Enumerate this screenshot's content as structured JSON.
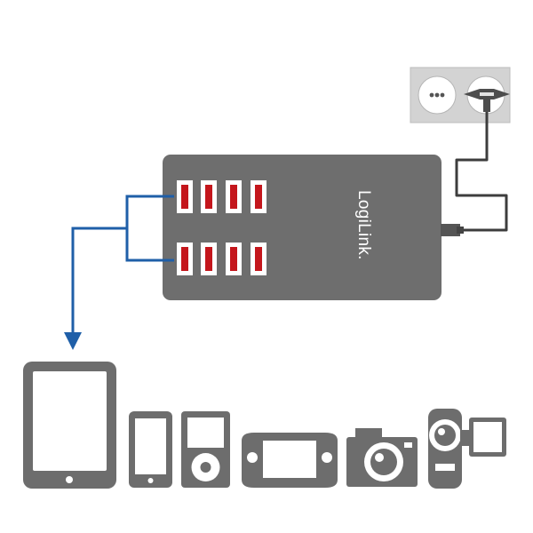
{
  "brand": {
    "logo_text": "LogiLink."
  },
  "charger": {
    "usb_port_count": 8,
    "port_rows": 2
  },
  "devices": [
    {
      "name": "tablet-icon"
    },
    {
      "name": "smartphone-icon"
    },
    {
      "name": "mp3-player-icon"
    },
    {
      "name": "handheld-console-icon"
    },
    {
      "name": "camera-icon"
    },
    {
      "name": "camcorder-icon"
    }
  ],
  "colors": {
    "device_gray": "#6d6d6d",
    "charger_body": "#6e6e6e",
    "port_red": "#c4161c",
    "connector_blue": "#1f5fa8",
    "socket_plate": "#d2d2d2"
  }
}
